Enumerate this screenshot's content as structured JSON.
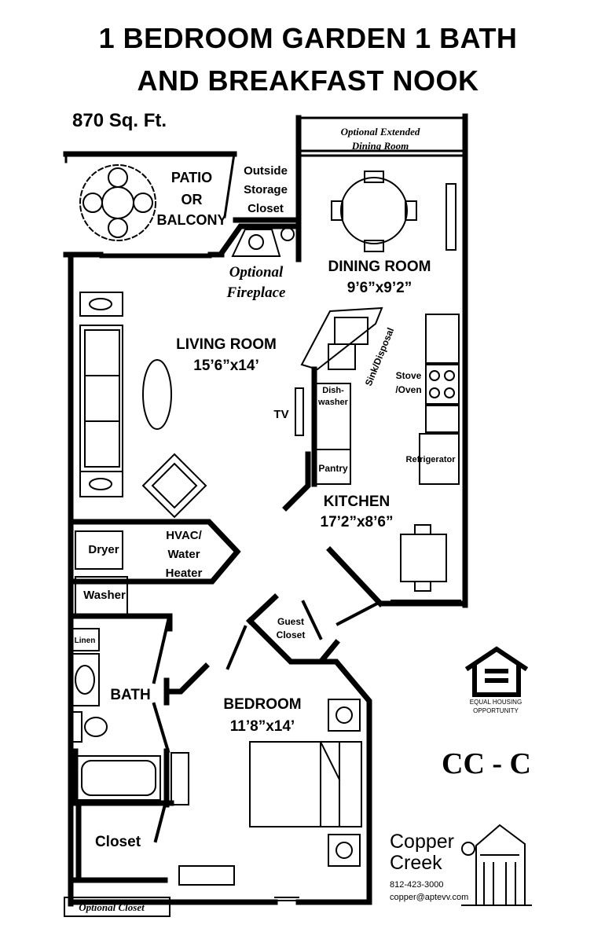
{
  "title": {
    "line1": "1 BEDROOM GARDEN 1 BATH",
    "line2": "AND BREAKFAST NOOK"
  },
  "area": "870 Sq. Ft.",
  "rooms": {
    "patio": [
      "PATIO",
      "OR",
      "BALCONY"
    ],
    "storage": [
      "Outside",
      "Storage",
      "Closet"
    ],
    "extended_dining": [
      "Optional Extended",
      "Dining Room"
    ],
    "fireplace": [
      "Optional",
      "Fireplace"
    ],
    "dining": {
      "name": "DINING ROOM",
      "size": "9’6”x9’2”"
    },
    "living": {
      "name": "LIVING ROOM",
      "size": "15’6”x14’"
    },
    "kitchen": {
      "name": "KITCHEN",
      "size": "17’2”x8’6”"
    },
    "bedroom": {
      "name": "BEDROOM",
      "size": "11’8”x14’"
    },
    "bath": "BATH",
    "closet": "Closet",
    "optional_closet": "Optional Closet",
    "guest_closet": [
      "Guest",
      "Closet"
    ],
    "linen": "Linen",
    "hvac": [
      "HVAC/",
      "Water",
      "Heater"
    ]
  },
  "appliances": {
    "sink": "Sink/Disposal",
    "dishwasher": [
      "Dish-",
      "washer"
    ],
    "stove": [
      "Stove",
      "/Oven"
    ],
    "refrigerator": "Refrigerator",
    "pantry": "Pantry",
    "tv": "TV",
    "dryer": "Dryer",
    "washer": "Washer"
  },
  "unit_code": "CC - C",
  "brand": {
    "name_line1": "Copper",
    "name_line2": "Creek",
    "phone": "812-423-3000",
    "email": "copper@aptevv.com"
  },
  "equal_housing": [
    "EQUAL HOUSING",
    "OPPORTUNITY"
  ]
}
